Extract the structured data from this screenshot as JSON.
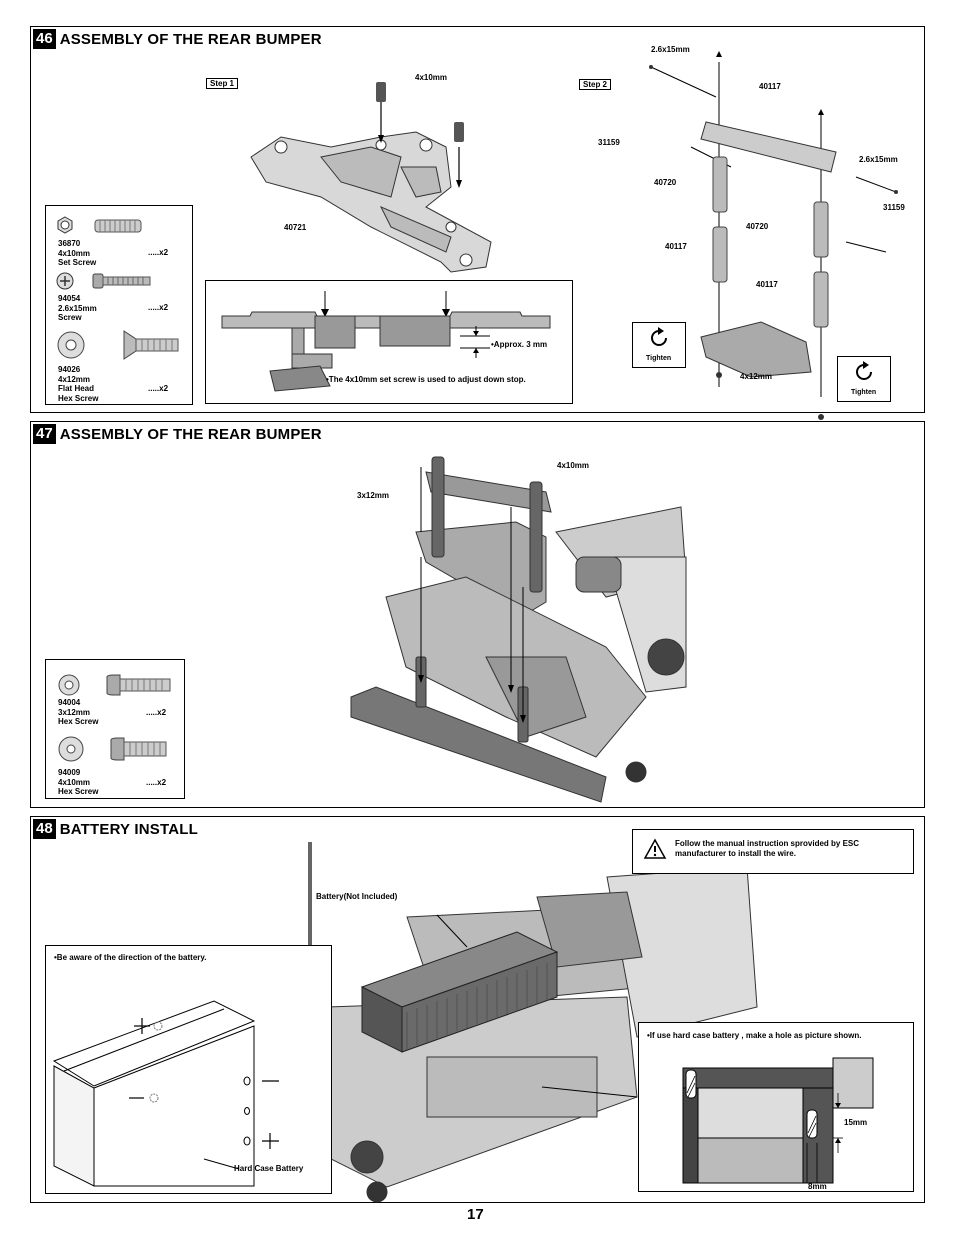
{
  "s46": {
    "num": "46",
    "title": "ASSEMBLY OF THE REAR BUMPER",
    "step1": "Step 1",
    "step2": "Step 2",
    "labels": {
      "set_screw": "4x10mm",
      "plate": "40721",
      "screw_top": "2.6x15mm",
      "part_40117_a": "40117",
      "part_31159_a": "31159",
      "screw_right": "2.6x15mm",
      "part_40720_a": "40720",
      "part_31159_b": "31159",
      "part_40720_b": "40720",
      "part_40117_b": "40117",
      "part_40117_c": "40117",
      "screw_bottom": "4x12mm",
      "tighten_a": "Tighten",
      "tighten_b": "Tighten"
    },
    "detail": {
      "approx": "•Approx. 3 mm",
      "note": "•The 4x10mm set screw is used to adjust down stop."
    },
    "parts": [
      {
        "code": "36870",
        "size": "4x10mm",
        "type": "Set Screw",
        "qty": ".....x2"
      },
      {
        "code": "94054",
        "size": "2.6x15mm",
        "type": "Screw",
        "qty": ".....x2"
      },
      {
        "code": "94026",
        "size": "4x12mm",
        "type": "Flat Head",
        "type2": "Hex Screw",
        "qty": ".....x2"
      }
    ]
  },
  "s47": {
    "num": "47",
    "title": "ASSEMBLY OF THE REAR BUMPER",
    "labels": {
      "screw_a": "4x10mm",
      "screw_b": "3x12mm"
    },
    "parts": [
      {
        "code": "94004",
        "size": "3x12mm",
        "type": "Hex Screw",
        "qty": ".....x2"
      },
      {
        "code": "94009",
        "size": "4x10mm",
        "type": "Hex Screw",
        "qty": ".....x2"
      }
    ]
  },
  "s48": {
    "num": "48",
    "title": "BATTERY INSTALL",
    "battery_label": "Battery(Not Included)",
    "warning": "Follow the manual instruction sprovided by ESC manufacturer to install the wire.",
    "direction_note": "•Be aware of the direction of the battery.",
    "hard_case_label": "Hard Case Battery",
    "hole_note": "•If use hard case battery , make a hole as picture shown.",
    "dim_height": "15mm",
    "dim_width": "8mm"
  },
  "page_number": "17"
}
